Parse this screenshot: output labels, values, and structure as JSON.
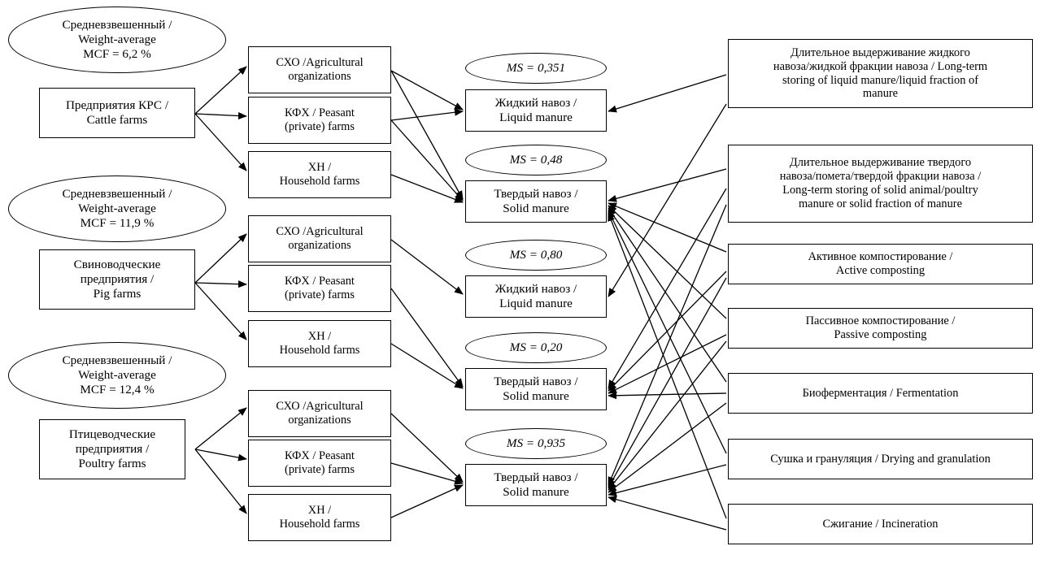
{
  "diagram": {
    "title": "Manure management systems flow diagram",
    "groups": [
      {
        "id": "cattle",
        "mcf_label": "Средневзвешенный /\nWeight-average\nMCF = 6,2 %",
        "mcf_value": "6,2 %",
        "source_label": "Предприятия КРС /\nCattle farms",
        "farm_types": [
          {
            "label": "СХО /Agricultural\norganizations"
          },
          {
            "label": "КФХ / Peasant\n(private) farms"
          },
          {
            "label": "ХН /\nHousehold farms"
          }
        ],
        "manure": [
          {
            "ms_label": "MS = 0,351",
            "ms_value": "0,351",
            "label": "Жидкий навоз /\nLiquid manure"
          },
          {
            "ms_label": "MS = 0,48",
            "ms_value": "0,48",
            "label": "Твердый навоз /\nSolid manure"
          }
        ]
      },
      {
        "id": "pig",
        "mcf_label": "Средневзвешенный /\nWeight-average\nMCF = 11,9 %",
        "mcf_value": "11,9 %",
        "source_label": "Свиноводческие\nпредприятия /\nPig farms",
        "farm_types": [
          {
            "label": "СХО /Agricultural\norganizations"
          },
          {
            "label": "КФХ / Peasant\n(private) farms"
          },
          {
            "label": "ХН /\nHousehold farms"
          }
        ],
        "manure": [
          {
            "ms_label": "MS = 0,80",
            "ms_value": "0,80",
            "label": "Жидкий навоз /\nLiquid manure"
          },
          {
            "ms_label": "MS = 0,20",
            "ms_value": "0,20",
            "label": "Твердый навоз /\nSolid manure"
          }
        ]
      },
      {
        "id": "poultry",
        "mcf_label": "Средневзвешенный /\nWeight-average\nMCF = 12,4 %",
        "mcf_value": "12,4 %",
        "source_label": "Птицеводческие\nпредприятия /\nPoultry farms",
        "farm_types": [
          {
            "label": "СХО /Agricultural\norganizations"
          },
          {
            "label": "КФХ / Peasant\n(private) farms"
          },
          {
            "label": "ХН /\nHousehold farms"
          }
        ],
        "manure": [
          {
            "ms_label": "MS = 0,935",
            "ms_value": "0,935",
            "label": "Твердый навоз /\nSolid manure"
          }
        ]
      }
    ],
    "treatments": [
      {
        "id": "long-term-liquid",
        "label": "Длительное выдерживание жидкого\nнавоза/жидкой фракции навоза / Long-term\nstoring of liquid manure/liquid fraction of\nmanure"
      },
      {
        "id": "long-term-solid",
        "label": "Длительное выдерживание твердого\nнавоза/помета/твердой фракции навоза /\nLong-term storing of solid animal/poultry\nmanure or solid fraction of manure"
      },
      {
        "id": "active-composting",
        "label": "Активное компостирование /\nActive composting"
      },
      {
        "id": "passive-composting",
        "label": "Пассивное компостирование /\nPassive composting"
      },
      {
        "id": "fermentation",
        "label": "Биоферментация / Fermentation"
      },
      {
        "id": "drying-granulation",
        "label": "Сушка и грануляция / Drying and granulation"
      },
      {
        "id": "incineration",
        "label": "Сжигание / Incineration"
      }
    ],
    "colors": {
      "stroke": "#000000",
      "background": "#ffffff",
      "text": "#000000"
    }
  }
}
